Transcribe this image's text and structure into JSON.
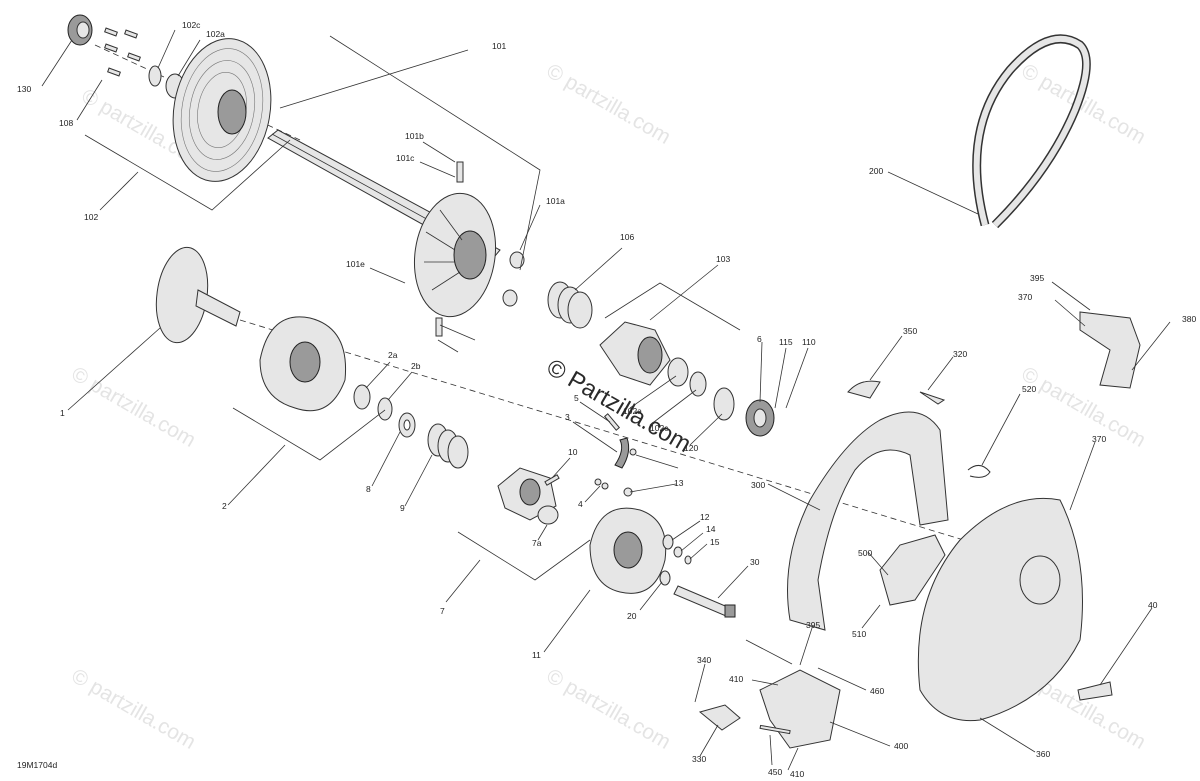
{
  "diagram": {
    "code": "19M1704d",
    "watermark": "© partzilla.com",
    "center_watermark": "© Partzilla.com",
    "labels": [
      "130",
      "102c",
      "102a",
      "108",
      "102",
      "101",
      "101b",
      "101c",
      "101a",
      "101e",
      "1",
      "2a",
      "2b",
      "2",
      "8",
      "9",
      "106",
      "103",
      "102a",
      "102c",
      "6",
      "115",
      "110",
      "120",
      "5",
      "3",
      "10",
      "4",
      "13",
      "7a",
      "7",
      "12",
      "14",
      "15",
      "11",
      "20",
      "30",
      "200",
      "395",
      "370",
      "380",
      "350",
      "320",
      "520",
      "300",
      "370",
      "500",
      "510",
      "40",
      "395",
      "340",
      "410",
      "460",
      "330",
      "400",
      "450",
      "410",
      "360"
    ]
  }
}
